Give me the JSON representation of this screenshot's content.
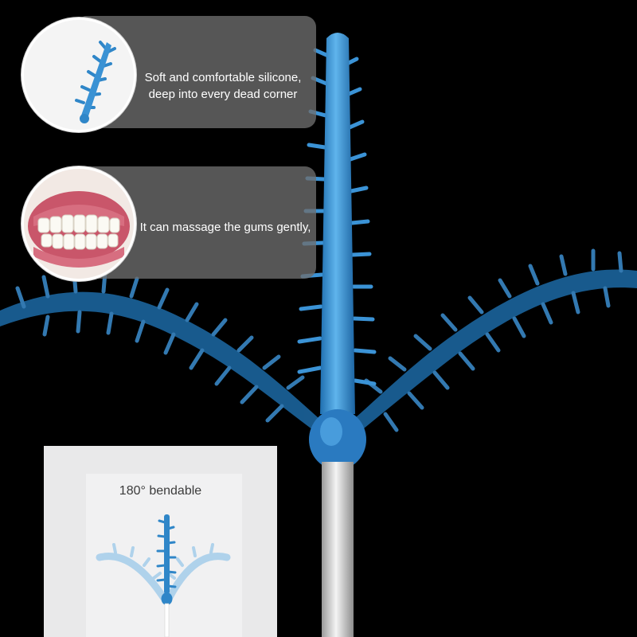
{
  "callouts": [
    {
      "text": "Soft and comfortable silicone,\ndeep into every dead corner",
      "icon": "brush-tip-closeup"
    },
    {
      "text": "It can massage the gums gently,",
      "icon": "teeth-closeup"
    }
  ],
  "inset": {
    "title": "180° bendable"
  },
  "colors": {
    "background": "#000000",
    "brush_blue": "#2f86c8",
    "brush_light": "#5fb0e8",
    "handle": "#e6e6e6",
    "callout_panel": "#6e6e6e"
  }
}
